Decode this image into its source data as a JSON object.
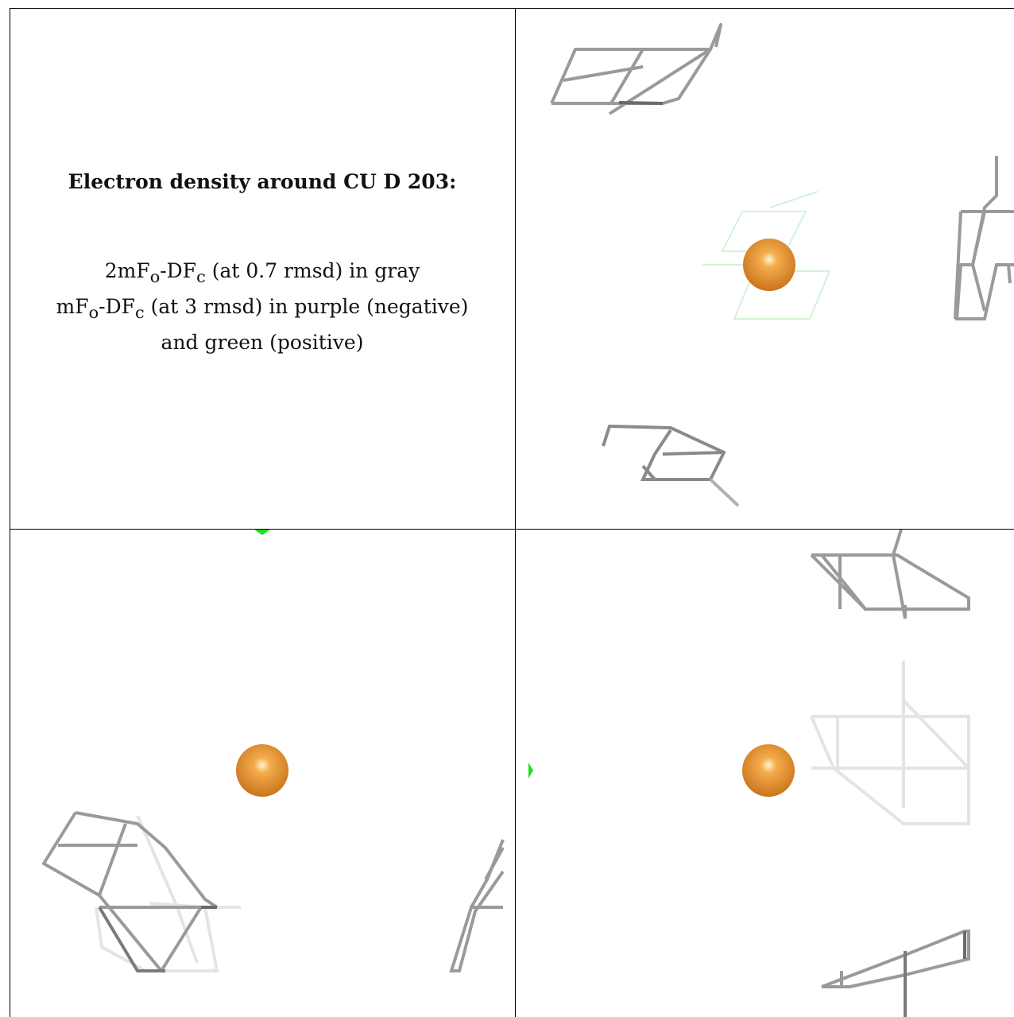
{
  "caption": {
    "title": "Electron density around CU D 203:",
    "legend": {
      "line1": {
        "a": "2mF",
        "a_sub": "o",
        "b": "-DF",
        "b_sub": "c",
        "rest": " (at 0.7 rmsd) in gray"
      },
      "line2": {
        "a": "mF",
        "a_sub": "o",
        "b": "-DF",
        "b_sub": "c",
        "rest": " (at 3 rmsd) in purple (negative)"
      },
      "line3": "and green (positive)"
    }
  },
  "colors": {
    "atom": "#e8922e",
    "atom_highlight": "#ffe6a8",
    "mesh_gray": "#9a9a9a",
    "mesh_dark": "#6a6a6a",
    "mesh_light": "#e4e4e4",
    "positive": "#22dd22",
    "positive_faint": "#cfeecf",
    "negative": "#a020f0",
    "frame": "#000000"
  },
  "views": [
    {
      "id": "top-right",
      "atom": "cu-atom",
      "map": "2mFo-DFc"
    },
    {
      "id": "bottom-left",
      "atom": "cu-atom",
      "map": "2mFo-DFc"
    },
    {
      "id": "bottom-right",
      "atom": "cu-atom",
      "map": "2mFo-DFc"
    }
  ]
}
